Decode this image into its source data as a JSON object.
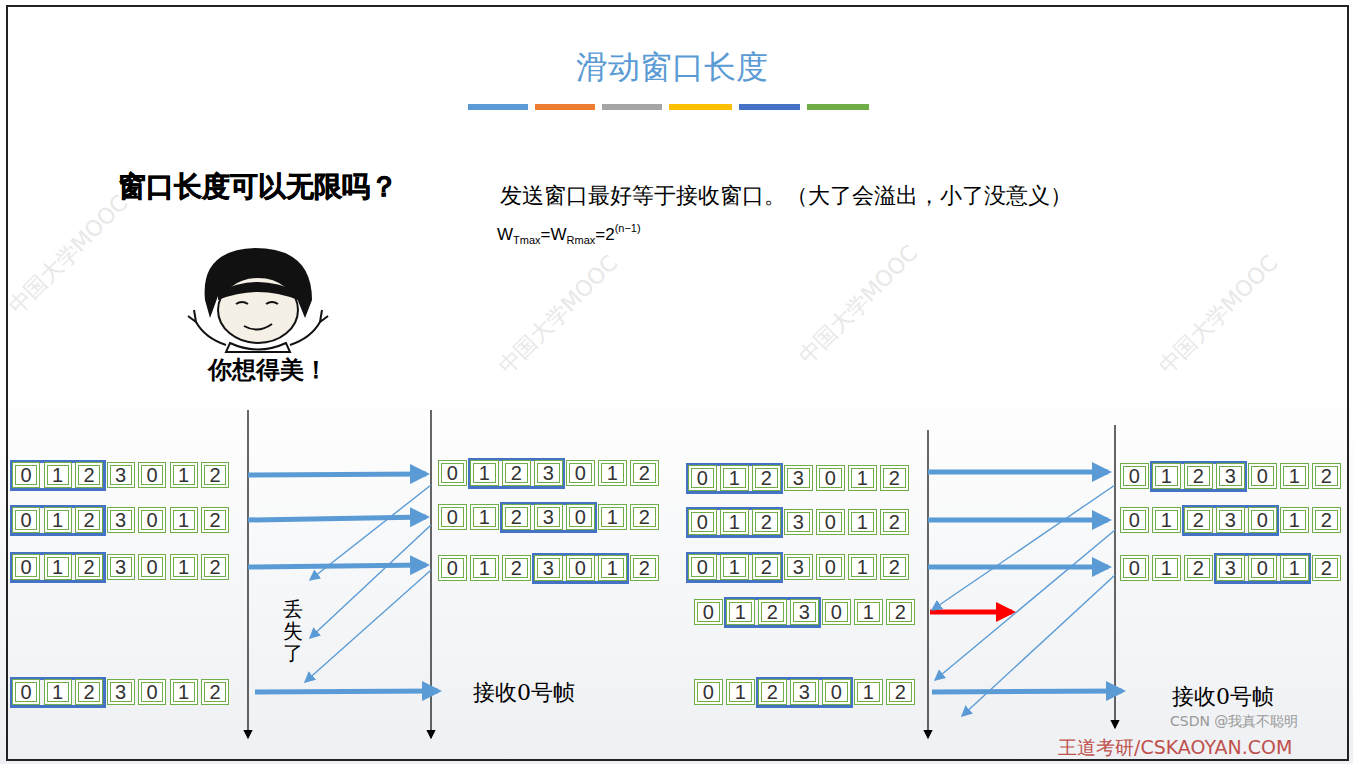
{
  "diagram": {
    "title": "滑动窗口长度",
    "nodes": [
      {
        "text": [
          "0"
        ]
      },
      {
        "text": [
          "1"
        ]
      },
      {
        "text": [
          "2"
        ]
      },
      {
        "text": [
          "3"
        ]
      },
      {
        "text": [
          "0"
        ]
      },
      {
        "text": [
          "1"
        ]
      },
      {
        "text": [
          "2"
        ]
      },
      {
        "text": [
          "0"
        ]
      },
      {
        "text": [
          "1"
        ]
      },
      {
        "text": [
          "2"
        ]
      },
      {
        "text": [
          "3"
        ]
      },
      {
        "text": [
          "0"
        ]
      },
      {
        "text": [
          "1"
        ]
      },
      {
        "text": [
          "2"
        ]
      },
      {
        "text": [
          "0"
        ]
      },
      {
        "text": [
          "1"
        ]
      },
      {
        "text": [
          "2"
        ]
      },
      {
        "text": [
          "3"
        ]
      },
      {
        "text": [
          "0"
        ]
      },
      {
        "text": [
          "1"
        ]
      },
      {
        "text": [
          "2"
        ]
      },
      {
        "text": [
          "0"
        ]
      },
      {
        "text": [
          "1"
        ]
      },
      {
        "text": [
          "2"
        ]
      },
      {
        "text": [
          "3"
        ]
      },
      {
        "text": [
          "0"
        ]
      },
      {
        "text": [
          "1"
        ]
      },
      {
        "text": [
          "2"
        ]
      },
      {
        "text": [
          "0"
        ]
      },
      {
        "text": [
          "1"
        ]
      },
      {
        "text": [
          "2"
        ]
      },
      {
        "text": [
          "3"
        ]
      },
      {
        "text": [
          "0"
        ]
      },
      {
        "text": [
          "1"
        ]
      },
      {
        "text": [
          "2"
        ]
      },
      {
        "text": [
          "0"
        ]
      },
      {
        "text": [
          "1"
        ]
      },
      {
        "text": [
          "2"
        ]
      },
      {
        "text": [
          "3"
        ]
      },
      {
        "text": [
          "0"
        ]
      },
      {
        "text": [
          "1"
        ]
      },
      {
        "text": [
          "2"
        ]
      },
      {
        "text": [
          "0"
        ]
      },
      {
        "text": [
          "1"
        ]
      },
      {
        "text": [
          "2"
        ]
      },
      {
        "text": [
          "3"
        ]
      },
      {
        "text": [
          "0"
        ]
      },
      {
        "text": [
          "1"
        ]
      },
      {
        "text": [
          "2"
        ]
      },
      {
        "text": [
          "0"
        ]
      },
      {
        "text": [
          "1"
        ]
      },
      {
        "text": [
          "2"
        ]
      },
      {
        "text": [
          "3"
        ]
      },
      {
        "text": [
          "0"
        ]
      },
      {
        "text": [
          "1"
        ]
      },
      {
        "text": [
          "2"
        ]
      },
      {
        "text": [
          "0"
        ]
      },
      {
        "text": [
          "1"
        ]
      },
      {
        "text": [
          "2"
        ]
      },
      {
        "text": [
          "3"
        ]
      },
      {
        "text": [
          "0"
        ]
      },
      {
        "text": [
          "1"
        ]
      },
      {
        "text": [
          "2"
        ]
      },
      {
        "text": [
          "0"
        ]
      },
      {
        "text": [
          "1"
        ]
      },
      {
        "text": [
          "2"
        ]
      },
      {
        "text": [
          "3"
        ]
      },
      {
        "text": [
          "0"
        ]
      },
      {
        "text": [
          "1"
        ]
      },
      {
        "text": [
          "2"
        ]
      },
      {
        "text": [
          "0"
        ]
      },
      {
        "text": [
          "1"
        ]
      },
      {
        "text": [
          "2"
        ]
      },
      {
        "text": [
          "3"
        ]
      },
      {
        "text": [
          "0"
        ]
      },
      {
        "text": [
          "1"
        ]
      },
      {
        "text": [
          "2"
        ]
      },
      {
        "text": [
          "0"
        ]
      },
      {
        "text": [
          "1"
        ]
      },
      {
        "text": [
          "2"
        ]
      },
      {
        "text": [
          "3"
        ]
      },
      {
        "text": [
          "0"
        ]
      },
      {
        "text": [
          "1"
        ]
      },
      {
        "text": [
          "2"
        ]
      },
      {
        "text": [
          "0"
        ]
      },
      {
        "text": [
          "1"
        ]
      },
      {
        "text": [
          "2"
        ]
      },
      {
        "text": [
          "3"
        ]
      },
      {
        "text": [
          "0"
        ]
      },
      {
        "text": [
          "1"
        ]
      },
      {
        "text": [
          "2"
        ]
      },
      {
        "text": [
          "0"
        ]
      },
      {
        "text": [
          "1"
        ]
      },
      {
        "text": [
          "2"
        ]
      },
      {
        "text": [
          "3"
        ]
      },
      {
        "text": [
          "0"
        ]
      },
      {
        "text": [
          "1"
        ]
      },
      {
        "text": [
          "2"
        ]
      },
      {
        "text": [
          "0"
        ]
      },
      {
        "text": [
          "1"
        ]
      },
      {
        "text": [
          "2"
        ]
      },
      {
        "text": [
          "3"
        ]
      },
      {
        "text": [
          "0"
        ]
      },
      {
        "text": [
          "1"
        ]
      },
      {
        "text": [
          "2"
        ]
      }
    ],
    "labels": [
      "窗口长度可以无限吗？",
      "发送窗口最好等于接收窗口。（大了会溢出，小了没意义）",
      "W",
      "Tmax",
      "=W",
      "Rmax",
      "=2",
      "(n−1)",
      "你想得美！",
      "丢失了",
      "接收0号帧",
      "接收0号帧",
      "王道考研/CSKAOYAN.COM",
      "CSDN @我真不聪明",
      "中国大学MOOC",
      "中国大学MOOC",
      "中国大学MOOC",
      "中国大学MOOC"
    ]
  }
}
